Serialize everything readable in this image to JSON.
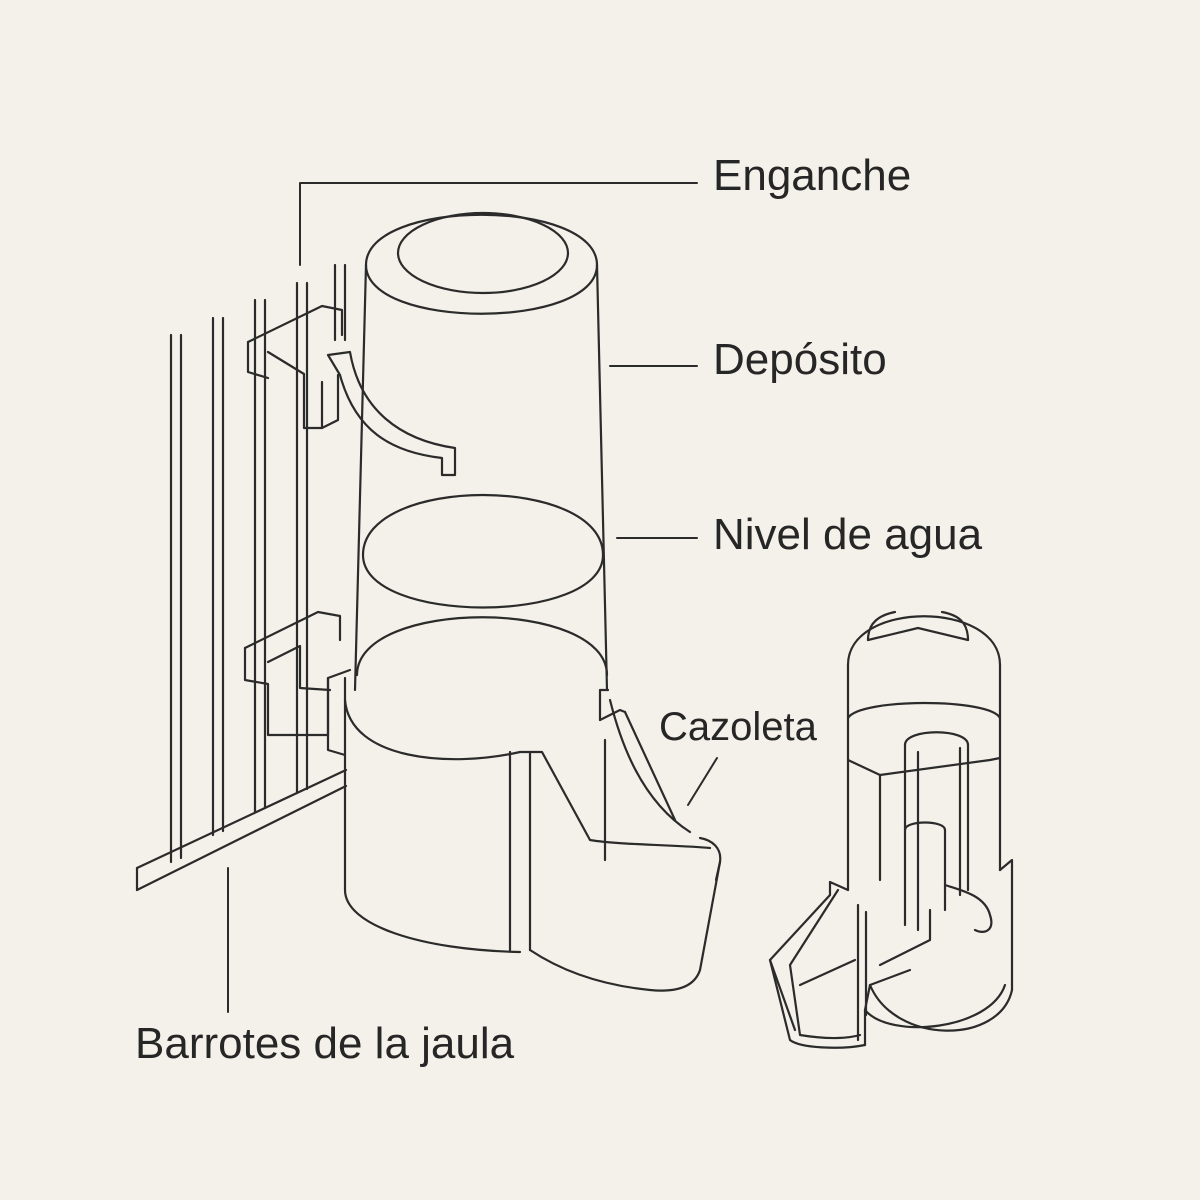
{
  "labels": {
    "enganche": "Enganche",
    "deposito": "Depósito",
    "nivel_agua": "Nivel de agua",
    "cazoleta": "Cazoleta",
    "barrotes": "Barrotes de la jaula"
  },
  "colors": {
    "background": "#f3f1e9",
    "line": "#2b2b2b",
    "text": "#262626"
  }
}
